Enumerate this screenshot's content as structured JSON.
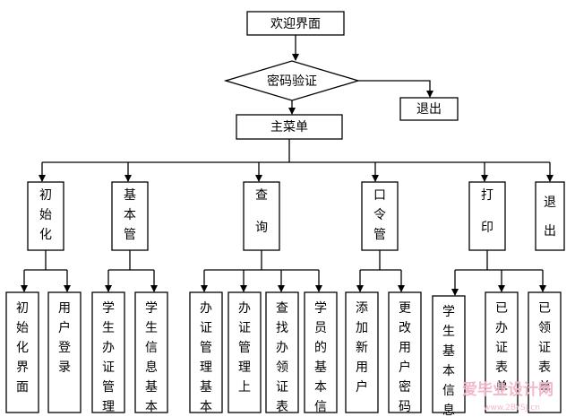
{
  "nodes": {
    "welcome": "欢迎界面",
    "password_check": "密码验证",
    "exit_top": "退出",
    "main_menu": "主菜单",
    "init": "初始化",
    "basic_mgmt": "基本管",
    "query": "查询",
    "password": "口令管",
    "print": "打印",
    "exit": "退出",
    "init_screen": "初始化界面",
    "user_login": "用户登录",
    "cert_mgmt": "学生办证管理",
    "student_info": "学生信息基本",
    "cert_basic": "办证管理基本",
    "cert_mgmt_up": "办证管理上",
    "find_cert": "查找办领证表",
    "student_basic": "学员的基本信",
    "add_user": "添加新用户",
    "change_pwd": "更改用户密码",
    "print_basic": "学生基本信息",
    "issued_table": "已办证表单",
    "received_table": "已领证表单"
  },
  "watermark": {
    "text": "爱毕业设计网",
    "url": "www.2BYSJ.cn"
  }
}
